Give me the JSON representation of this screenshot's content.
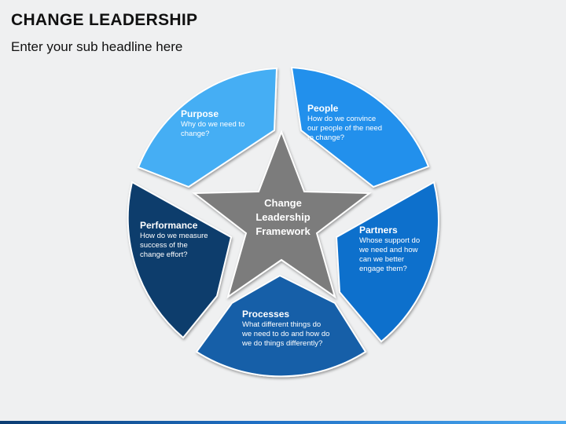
{
  "header": {
    "title": "CHANGE LEADERSHIP",
    "subtitle": "Enter your sub headline here"
  },
  "center": {
    "label_lines": [
      "Change",
      "Leadership",
      "Framework"
    ]
  },
  "segments": [
    {
      "key": "purpose",
      "heading": "Purpose",
      "desc": [
        "Why do we need to",
        "change?"
      ],
      "color": "#45aef4"
    },
    {
      "key": "people",
      "heading": "People",
      "desc": [
        "How do we convince",
        "our people of the need",
        "to change?"
      ],
      "color": "#2190ec"
    },
    {
      "key": "partners",
      "heading": "Partners",
      "desc": [
        "Whose support do",
        "we need and how",
        "can we better",
        "engage them?"
      ],
      "color": "#0c6fcc"
    },
    {
      "key": "processes",
      "heading": "Processes",
      "desc": [
        "What different things do",
        "we need to do and how do",
        "we do things differently?"
      ],
      "color": "#125ea8"
    },
    {
      "key": "performance",
      "heading": "Performance",
      "desc": [
        "How do we measure",
        "success of the",
        "change effort?"
      ],
      "color": "#0b3d6c"
    }
  ],
  "colors": {
    "star": "#7b7b7b",
    "background": "#eff0f1"
  }
}
